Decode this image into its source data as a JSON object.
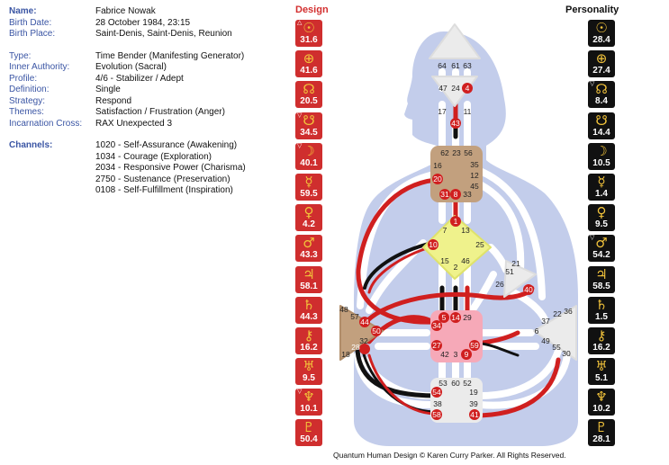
{
  "info": {
    "name_label": "Name:",
    "name": "Fabrice Nowak",
    "birth_date_label": "Birth Date:",
    "birth_date": "28 October 1984, 23:15",
    "birth_place_label": "Birth Place:",
    "birth_place": "Saint-Denis, Saint-Denis, Reunion",
    "type_label": "Type:",
    "type": "Time Bender (Manifesting Generator)",
    "authority_label": "Inner Authority:",
    "authority": "Evolution (Sacral)",
    "profile_label": "Profile:",
    "profile": "4/6 - Stabilizer / Adept",
    "definition_label": "Definition:",
    "definition": "Single",
    "strategy_label": "Strategy:",
    "strategy": "Respond",
    "themes_label": "Themes:",
    "themes": "Satisfaction / Frustration (Anger)",
    "cross_label": "Incarnation Cross:",
    "cross": "RAX Unexpected 3",
    "channels_label": "Channels:",
    "channels": [
      "1020 - Self-Assurance (Awakening)",
      "1034 - Courage (Exploration)",
      "2034 - Responsive Power (Charisma)",
      "2750 - Sustenance (Preservation)",
      "0108 - Self-Fulfillment (Inspiration)"
    ]
  },
  "design": {
    "title": "Design",
    "planets": [
      {
        "icon": "sun-icon",
        "symbol": "☉",
        "value": "31.6",
        "mark": "△"
      },
      {
        "icon": "earth-icon",
        "symbol": "⊕",
        "value": "41.6",
        "mark": ""
      },
      {
        "icon": "north-node-icon",
        "symbol": "☊",
        "value": "20.5",
        "mark": ""
      },
      {
        "icon": "south-node-icon",
        "symbol": "☋",
        "value": "34.5",
        "mark": "▽"
      },
      {
        "icon": "moon-icon",
        "symbol": "☽",
        "value": "40.1",
        "mark": "▽"
      },
      {
        "icon": "mercury-icon",
        "symbol": "☿",
        "value": "59.5",
        "mark": ""
      },
      {
        "icon": "venus-icon",
        "symbol": "♀",
        "value": "4.2",
        "mark": ""
      },
      {
        "icon": "mars-icon",
        "symbol": "♂",
        "value": "43.3",
        "mark": ""
      },
      {
        "icon": "jupiter-icon",
        "symbol": "♃",
        "value": "58.1",
        "mark": ""
      },
      {
        "icon": "saturn-icon",
        "symbol": "♄",
        "value": "44.3",
        "mark": ""
      },
      {
        "icon": "chiron-icon",
        "symbol": "⚷",
        "value": "16.2",
        "mark": ""
      },
      {
        "icon": "uranus-icon",
        "symbol": "♅",
        "value": "9.5",
        "mark": ""
      },
      {
        "icon": "neptune-icon",
        "symbol": "♆",
        "value": "10.1",
        "mark": "▽"
      },
      {
        "icon": "pluto-icon",
        "symbol": "♇",
        "value": "50.4",
        "mark": ""
      }
    ]
  },
  "personality": {
    "title": "Personality",
    "planets": [
      {
        "icon": "sun-icon",
        "symbol": "☉",
        "value": "28.4",
        "mark": ""
      },
      {
        "icon": "earth-icon",
        "symbol": "⊕",
        "value": "27.4",
        "mark": ""
      },
      {
        "icon": "north-node-icon",
        "symbol": "☊",
        "value": "8.4",
        "mark": "▽"
      },
      {
        "icon": "south-node-icon",
        "symbol": "☋",
        "value": "14.4",
        "mark": ""
      },
      {
        "icon": "moon-icon",
        "symbol": "☽",
        "value": "10.5",
        "mark": ""
      },
      {
        "icon": "mercury-icon",
        "symbol": "☿",
        "value": "1.4",
        "mark": ""
      },
      {
        "icon": "venus-icon",
        "symbol": "♀",
        "value": "9.5",
        "mark": ""
      },
      {
        "icon": "mars-icon",
        "symbol": "♂",
        "value": "54.2",
        "mark": "▽"
      },
      {
        "icon": "jupiter-icon",
        "symbol": "♃",
        "value": "58.5",
        "mark": ""
      },
      {
        "icon": "saturn-icon",
        "symbol": "♄",
        "value": "1.5",
        "mark": ""
      },
      {
        "icon": "chiron-icon",
        "symbol": "⚷",
        "value": "16.2",
        "mark": ""
      },
      {
        "icon": "uranus-icon",
        "symbol": "♅",
        "value": "5.1",
        "mark": ""
      },
      {
        "icon": "neptune-icon",
        "symbol": "♆",
        "value": "10.2",
        "mark": ""
      },
      {
        "icon": "pluto-icon",
        "symbol": "♇",
        "value": "28.1",
        "mark": ""
      }
    ]
  },
  "gates": {
    "g64": "64",
    "g61": "61",
    "g63": "63",
    "g47": "47",
    "g24": "24",
    "g4": "4",
    "g17": "17",
    "g11": "11",
    "g43": "43",
    "g62": "62",
    "g23": "23",
    "g56": "56",
    "g16": "16",
    "g35": "35",
    "g12": "12",
    "g45": "45",
    "g20": "20",
    "g31": "31",
    "g8": "8",
    "g33": "33",
    "g1": "1",
    "g7": "7",
    "g13": "13",
    "g10": "10",
    "g25": "25",
    "g15": "15",
    "g46": "46",
    "g2": "2",
    "g21": "21",
    "g51": "51",
    "g26": "26",
    "g40": "40",
    "g48": "48",
    "g57": "57",
    "g44": "44",
    "g50": "50",
    "g32": "32",
    "g28": "28",
    "g18": "18",
    "g5": "5",
    "g14": "14",
    "g29": "29",
    "g34": "34",
    "g27": "27",
    "g59": "59",
    "g42": "42",
    "g3": "3",
    "g9": "9",
    "g36": "36",
    "g22": "22",
    "g37": "37",
    "g6": "6",
    "g49": "49",
    "g55": "55",
    "g30": "30",
    "g53": "53",
    "g60": "60",
    "g52": "52",
    "g54": "54",
    "g19": "19",
    "g38": "38",
    "g39": "39",
    "g58": "58",
    "g41": "41"
  },
  "copyright": "Quantum Human Design © Karen Curry Parker. All Rights Reserved."
}
